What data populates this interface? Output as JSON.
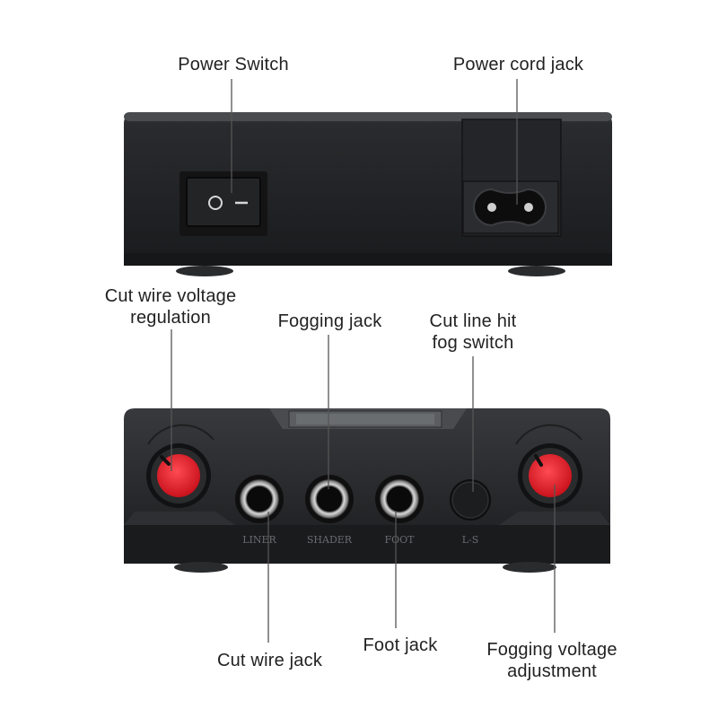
{
  "labels": {
    "power_switch": "Power Switch",
    "power_cord_jack": "Power cord jack",
    "cut_wire_voltage_line1": "Cut wire voltage",
    "cut_wire_voltage_line2": "regulation",
    "fogging_jack": "Fogging jack",
    "cut_line_hit_line1": "Cut line hit",
    "cut_line_hit_line2": "fog switch",
    "cut_wire_jack": "Cut wire jack",
    "foot_jack": "Foot jack",
    "fogging_voltage_line1": "Fogging voltage",
    "fogging_voltage_line2": "adjustment"
  },
  "panel_text": {
    "liner": "LINER",
    "shader": "SHADER",
    "foot": "FOOT",
    "ls": "L-S"
  },
  "switch_symbols": {
    "off": "O",
    "on": "I"
  },
  "colors": {
    "body": "#1f2022",
    "knob_red": "#e8202c"
  }
}
